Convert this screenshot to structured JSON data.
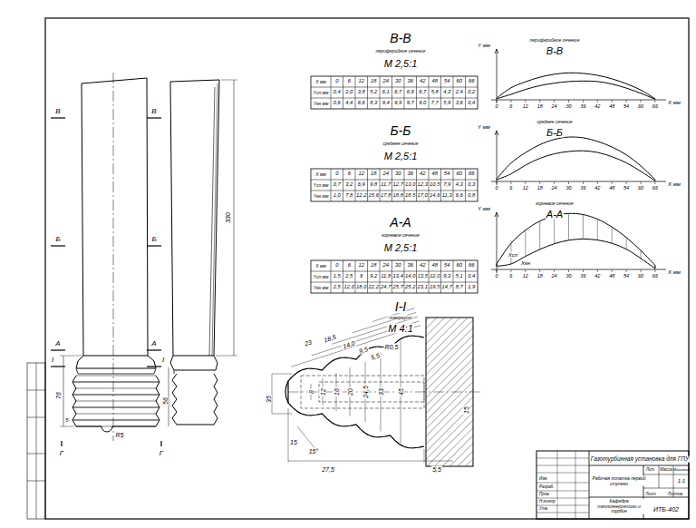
{
  "diagram": {
    "labels": [
      "В",
      "В",
      "Б",
      "Б",
      "А",
      "А",
      "I",
      "I",
      "Г",
      "Г",
      "330",
      "76",
      "56",
      "R5",
      "5",
      "В-В",
      "периферийное сечение",
      "М 2,5:1",
      "X мм",
      "0",
      "6",
      "12",
      "18",
      "24",
      "30",
      "36",
      "42",
      "48",
      "54",
      "60",
      "66",
      "Yсп мм",
      "0,4",
      "2,0",
      "3,8",
      "5,2",
      "6,1",
      "6,7",
      "6,9",
      "6,7",
      "5,8",
      "4,3",
      "2,4",
      "0,2",
      "Yкн мм",
      "0,6",
      "4,4",
      "6,6",
      "8,3",
      "9,4",
      "9,9",
      "9,7",
      "9,0",
      "7,7",
      "5,9",
      "3,6",
      "0,4",
      "Б-Б",
      "среднее сечение",
      "М 2,5:1",
      "X мм",
      "0",
      "6",
      "12",
      "18",
      "24",
      "30",
      "36",
      "42",
      "48",
      "54",
      "60",
      "66",
      "Yсп мм",
      "0,7",
      "3,2",
      "6,9",
      "9,8",
      "11,7",
      "12,7",
      "13,0",
      "12,3",
      "10,5",
      "7,9",
      "4,3",
      "0,3",
      "Yкн мм",
      "1,0",
      "7,8",
      "12,2",
      "15,6",
      "17,8",
      "18,8",
      "18,5",
      "17,0",
      "14,6",
      "11,3",
      "6,6",
      "0,8",
      "А-А",
      "корневое сечение",
      "М 2,5:1",
      "X мм",
      "0",
      "6",
      "12",
      "18",
      "24",
      "30",
      "36",
      "42",
      "48",
      "54",
      "60",
      "66",
      "Yсп мм",
      "1,5",
      "2,5",
      "6",
      "9,2",
      "11,8",
      "13,4",
      "14,0",
      "13,5",
      "12,0",
      "9,3",
      "5,1",
      "0,4",
      "Yкн мм",
      "2,5",
      "12,0",
      "18,0",
      "22,2",
      "24,7",
      "25,7",
      "25,2",
      "23,1",
      "19,5",
      "14,7",
      "8,7",
      "1,9",
      "I-I",
      "повернуто",
      "М 4:1",
      "23",
      "18,5",
      "14,0",
      "9,5",
      "5,5",
      "R0,5",
      "35",
      "8",
      "12",
      "16",
      "20",
      "24,5",
      "33",
      "45",
      "15",
      "27,5",
      "5,5",
      "15°",
      "15",
      "периферийное сечение",
      "В-В",
      "Y мм",
      "X мм",
      "0",
      "6",
      "12",
      "18",
      "24",
      "30",
      "36",
      "42",
      "48",
      "54",
      "60",
      "66",
      "среднее сечение",
      "Б-Б",
      "Y мм",
      "X мм",
      "0",
      "6",
      "12",
      "18",
      "24",
      "30",
      "36",
      "42",
      "48",
      "54",
      "60",
      "66",
      "корневое сечение",
      "А-А",
      "Y мм",
      "X мм",
      "0",
      "6",
      "12",
      "18",
      "24",
      "30",
      "36",
      "42",
      "48",
      "54",
      "60",
      "66",
      "Xсп",
      "Xкн",
      "Газотурбинная установка для ГПУ",
      "Лит.",
      "Масса",
      "Масштаб",
      "1:1",
      "Рабочая лопатка первой ступени",
      "Лист",
      "Листов",
      "Кафедра теплоэнергетики и турбин",
      "ИТБ-402",
      "Изм.",
      "Разраб.",
      "Пров.",
      "Н.контр.",
      "Утв."
    ]
  }
}
